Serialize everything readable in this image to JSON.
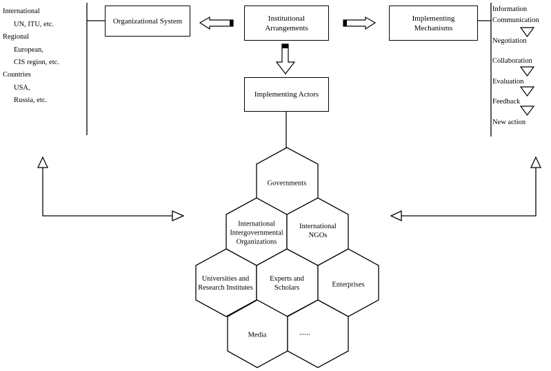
{
  "left_list": {
    "international": "International",
    "international_items": "UN, ITU, etc.",
    "regional": "Regional",
    "regional_item_1": "European,",
    "regional_item_2": "CIS region, etc.",
    "countries": "Countries",
    "countries_item_1": "USA,",
    "countries_item_2": "Russia, etc."
  },
  "boxes": {
    "organizational_system": "Organizational System",
    "institutional_arrangements": "Institutional\nArrangements",
    "implementing_mechanisms": "Implementing\nMechanisms",
    "implementing_actors": "Implementing Actors"
  },
  "right_list": {
    "information": "Information",
    "communication": "Communication",
    "negotiation": "Negotiation",
    "collaboration": "Collaboration",
    "evaluation": "Evaluation",
    "feedback": "Feedback",
    "new_action": "New action"
  },
  "hexagons": {
    "governments": "Governments",
    "intergovernmental": "International\nIntergovernmental\nOrganizations",
    "ngos": "International\nNGOs",
    "universities": "Universities and\nResearch Institutes",
    "experts": "Experts and\nScholars",
    "enterprises": "Enterprises",
    "media": "Media",
    "ellipsis": "......"
  }
}
